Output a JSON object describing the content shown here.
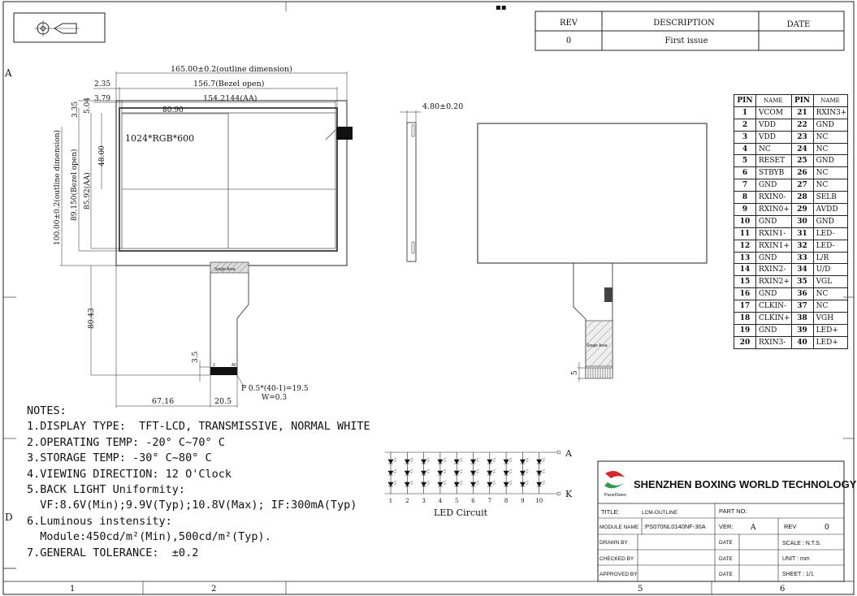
{
  "revision_block": {
    "headers": {
      "rev": "REV",
      "description": "DESCRIPTION",
      "date": "DATE"
    },
    "rows": [
      {
        "rev": "0",
        "description": "First issue",
        "date": ""
      }
    ]
  },
  "border_zones": {
    "left": [
      "A",
      "D"
    ],
    "bottom": [
      "1",
      "2",
      "5",
      "6"
    ]
  },
  "front_view": {
    "dims": {
      "outline_width": "165.00±0.2(outline dimension)",
      "bezel_width": "156.7(Bezel open)",
      "aa_width": "154.2144(AA)",
      "half_width": "80.90",
      "left_2_35": "2.35",
      "left_3_79": "3.79",
      "top_3_35": "3.35",
      "top_5_04": "5.04",
      "outline_height": "100.00±0.2(outline dimension)",
      "bezel_height": "89.150(Bezel open)",
      "aa_height": "85.92(AA)",
      "half_height": "48.00",
      "fpc_length": "80.43",
      "fpc_3_5": "3.5",
      "fpc_offset": "67.16",
      "fpc_width": "20.5",
      "pitch": "P 0.5*(40-1)=19.5",
      "pin_width": "W=0.3"
    },
    "resolution_label": "1024*RGB*600",
    "single_area_label": "Single Area",
    "fpc_pin_first": "1",
    "fpc_pin_last": "40"
  },
  "side_view": {
    "thickness": "4.80±0.20"
  },
  "rear_view": {
    "single_area_label": "Single Area",
    "dim_5": "5"
  },
  "pin_table": {
    "headers": [
      "PIN",
      "NAME",
      "PIN",
      "NAME"
    ],
    "rows": [
      [
        "1",
        "VCOM",
        "21",
        "RXIN3+"
      ],
      [
        "2",
        "VDD",
        "22",
        "GND"
      ],
      [
        "3",
        "VDD",
        "23",
        "NC"
      ],
      [
        "4",
        "NC",
        "24",
        "NC"
      ],
      [
        "5",
        "RESET",
        "25",
        "GND"
      ],
      [
        "6",
        "STBYB",
        "26",
        "NC"
      ],
      [
        "7",
        "GND",
        "27",
        "NC"
      ],
      [
        "8",
        "RXIN0-",
        "28",
        "SELB"
      ],
      [
        "9",
        "RXIN0+",
        "29",
        "AVDD"
      ],
      [
        "10",
        "GND",
        "30",
        "GND"
      ],
      [
        "11",
        "RXIN1-",
        "31",
        "LED-"
      ],
      [
        "12",
        "RXIN1+",
        "32",
        "LED-"
      ],
      [
        "13",
        "GND",
        "33",
        "L/R"
      ],
      [
        "14",
        "RXIN2-",
        "34",
        "U/D"
      ],
      [
        "15",
        "RXIN2+",
        "35",
        "VGL"
      ],
      [
        "16",
        "GND",
        "36",
        "NC"
      ],
      [
        "17",
        "CLKIN-",
        "37",
        "NC"
      ],
      [
        "18",
        "CLKIN+",
        "38",
        "VGH"
      ],
      [
        "19",
        "GND",
        "39",
        "LED+"
      ],
      [
        "20",
        "RXIN3-",
        "40",
        "LED+"
      ]
    ]
  },
  "notes": {
    "title": "NOTES:",
    "lines": [
      "1.DISPLAY TYPE:  TFT-LCD, TRANSMISSIVE, NORMAL WHITE",
      "2.OPERATING TEMP: -20° C~70° C",
      "3.STORAGE TEMP: -30° C~80° C",
      "4.VIEWING DIRECTION: 12 O'Clock",
      "5.BACK LIGHT Uniformity:",
      "  VF:8.6V(Min);9.9V(Typ);10.8V(Max); IF:300mA(Typ)",
      "6.Luminous instensity:",
      "  Module:450cd/m²(Min),500cd/m²(Typ).",
      "7.GENERAL TOLERANCE:  ±0.2"
    ]
  },
  "led_circuit": {
    "label": "LED Circuit",
    "anode": "A",
    "cathode": "K",
    "columns": [
      "1",
      "2",
      "3",
      "4",
      "5",
      "6",
      "7",
      "8",
      "9",
      "10"
    ]
  },
  "title_block": {
    "company": "SHENZHEN BOXING WORLD TECHNOLOGY CO.,LTD",
    "logo_text": "PanelSeen",
    "title_label": "TITLE:",
    "title_value": "LCM-OUTLINE",
    "part_no_label": "PART NO:",
    "part_no_value": "",
    "module_name_label": "MODULE NAME",
    "module_name_value": ":PS070NL0140NF-30A",
    "ver_label": "VER:",
    "ver_value": "A",
    "rev_label": "REV",
    "rev_value": "0",
    "drawn_by": "DRAWN BY",
    "checked_by": "CHECKED BY",
    "approved_by": "APPROVED BY",
    "date_label": "DATE",
    "scale_label": "SCALE : N.T.S.",
    "unit_label": "UNIT : mm",
    "sheet_label": "SHEET : 1/1"
  },
  "colors": {
    "ink": "#111111",
    "logo_red": "#d9262b",
    "logo_green": "#2f9b46"
  }
}
